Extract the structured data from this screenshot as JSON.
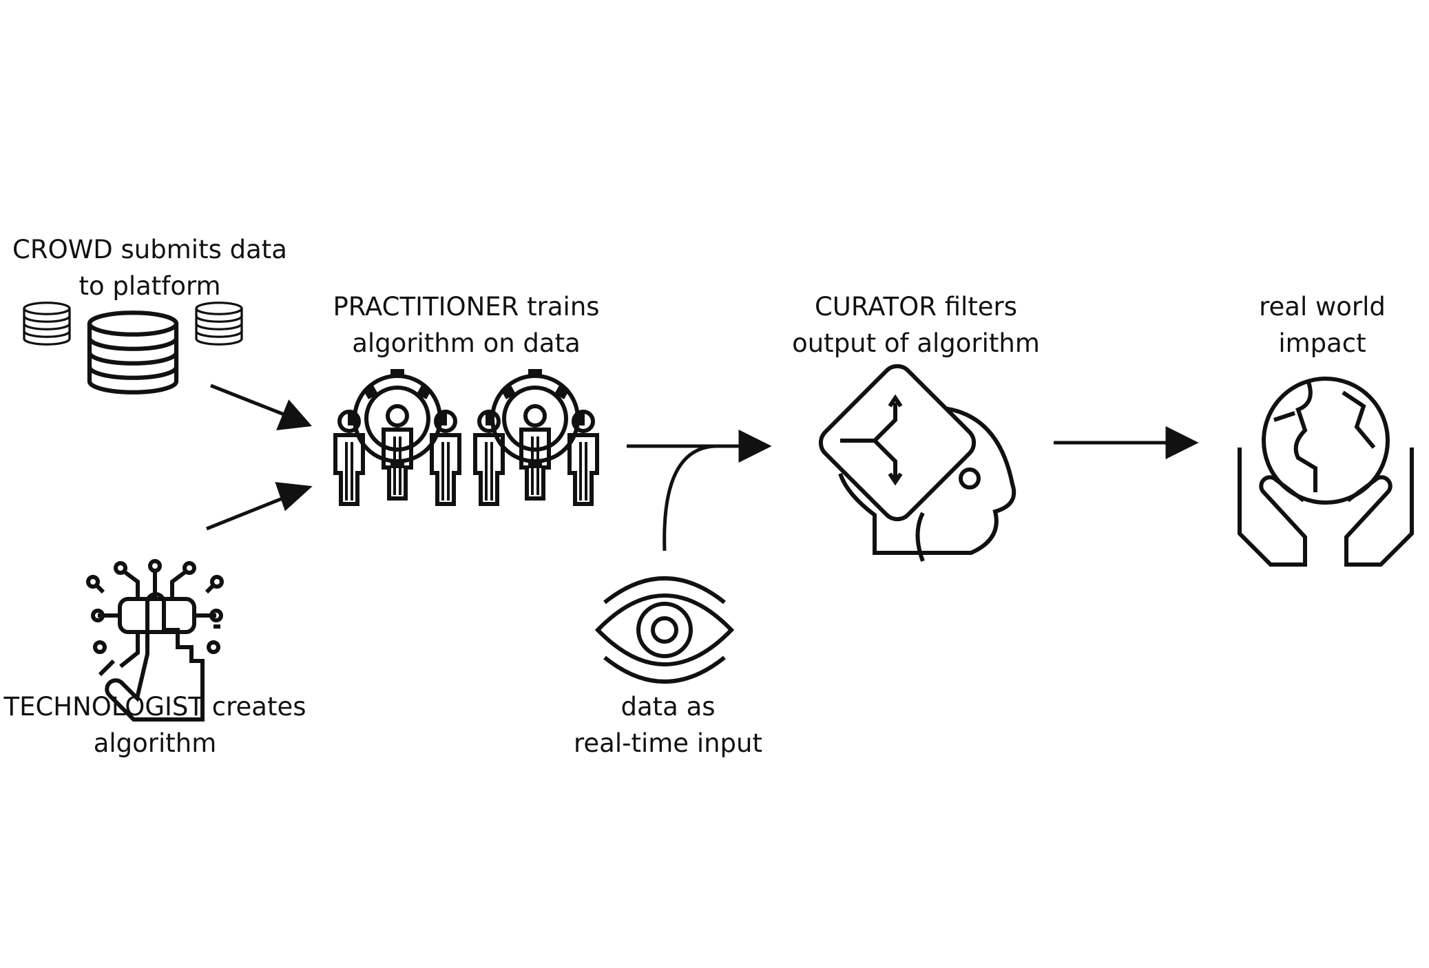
{
  "nodes": {
    "crowd": {
      "lines": [
        "CROWD submits data",
        "to platform"
      ],
      "icon": "database-stack-icon"
    },
    "technologist": {
      "lines": [
        "TECHNOLOGIST creates",
        "algorithm"
      ],
      "icon": "circuit-touch-icon"
    },
    "practitioner": {
      "lines": [
        "PRACTITIONER trains",
        "algorithm on data"
      ],
      "icon": "team-gears-icon"
    },
    "data_input": {
      "lines": [
        "data as",
        "real-time input"
      ],
      "icon": "eye-icon"
    },
    "curator": {
      "lines": [
        "CURATOR filters",
        "output of algorithm"
      ],
      "icon": "head-decision-icon"
    },
    "impact": {
      "lines": [
        "real world",
        "impact"
      ],
      "icon": "hands-globe-icon"
    }
  },
  "colors": {
    "ink": "#111111",
    "background": "#ffffff"
  }
}
